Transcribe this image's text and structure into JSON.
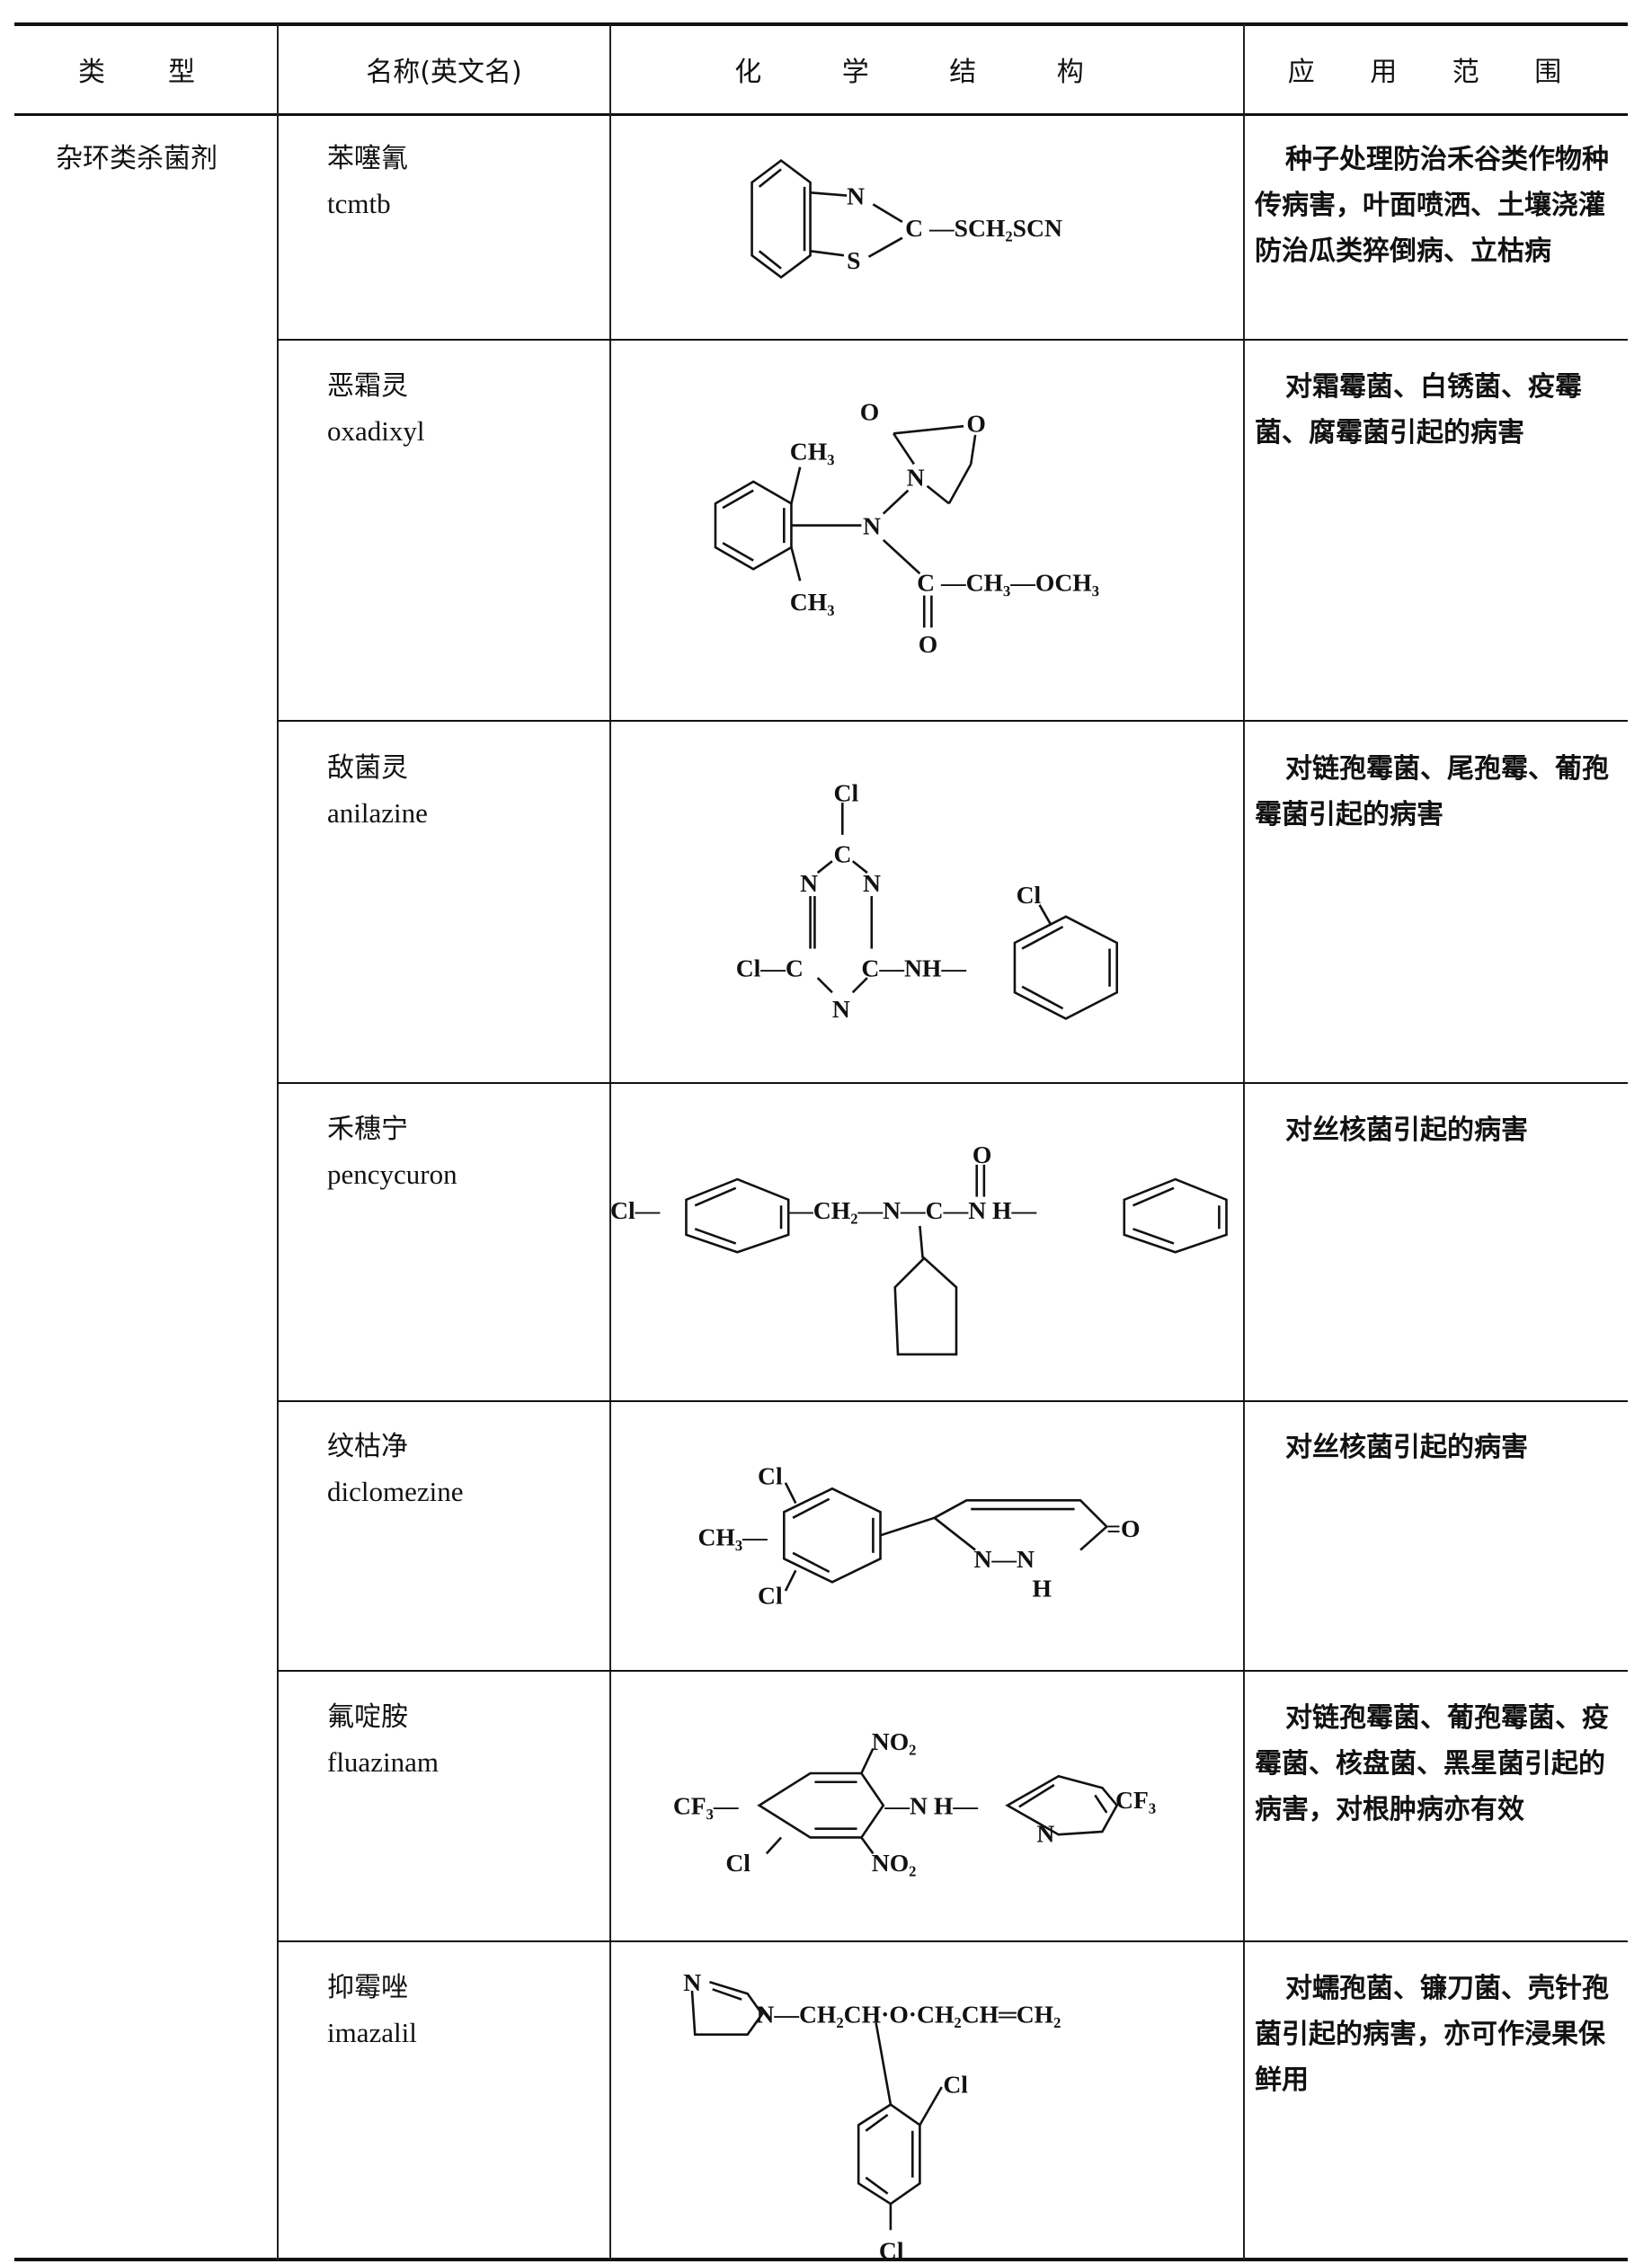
{
  "header": {
    "type": "类　型",
    "name": "名称(英文名)",
    "structure": "化 学 结 构",
    "application": "应 用 范 围"
  },
  "category": "杂环类杀菌剂",
  "rows": [
    {
      "cn": "苯噻氰",
      "en": "tcmtb",
      "application": "种子处理防治禾谷类作物种传病害，叶面喷洒、土壤浇灌防治瓜类猝倒病、立枯病",
      "labels": [
        "N",
        "S",
        "C —SCH₂SCN"
      ]
    },
    {
      "cn": "恶霜灵",
      "en": "oxadixyl",
      "application": "对霜霉菌、白锈菌、疫霉菌、腐霉菌引起的病害",
      "labels": [
        "O",
        "O",
        "N",
        "CH₃",
        "N",
        "CH₃",
        "C —CH₃—OCH₃",
        "O"
      ]
    },
    {
      "cn": "敌菌灵",
      "en": "anilazine",
      "application": "对链孢霉菌、尾孢霉、葡孢霉菌引起的病害",
      "labels": [
        "Cl",
        "C",
        "N",
        "N",
        "Cl—C",
        "C—NH—",
        "N",
        "Cl"
      ]
    },
    {
      "cn": "禾穗宁",
      "en": "pencycuron",
      "application": "对丝核菌引起的病害",
      "labels": [
        "Cl—",
        "—CH₂—N—C—N H—",
        "O"
      ]
    },
    {
      "cn": "纹枯净",
      "en": "diclomezine",
      "application": "对丝核菌引起的病害",
      "labels": [
        "Cl",
        "CH₃—",
        "Cl",
        "=O",
        "N—N",
        "H"
      ]
    },
    {
      "cn": "氟啶胺",
      "en": "fluazinam",
      "application": "对链孢霉菌、葡孢霉菌、疫霉菌、核盘菌、黑星菌引起的病害，对根肿病亦有效",
      "labels": [
        "NO₂",
        "CF₃—",
        "—N H—",
        "CF₃",
        "N",
        "Cl",
        "NO₂"
      ]
    },
    {
      "cn": "抑霉唑",
      "en": "imazalil",
      "application": "对蠕孢菌、镰刀菌、壳针孢菌引起的病害，亦可作浸果保鲜用",
      "labels": [
        "N",
        "N—CH₂CH·O·CH₂CH═CH₂",
        "Cl",
        "Cl"
      ]
    }
  ]
}
